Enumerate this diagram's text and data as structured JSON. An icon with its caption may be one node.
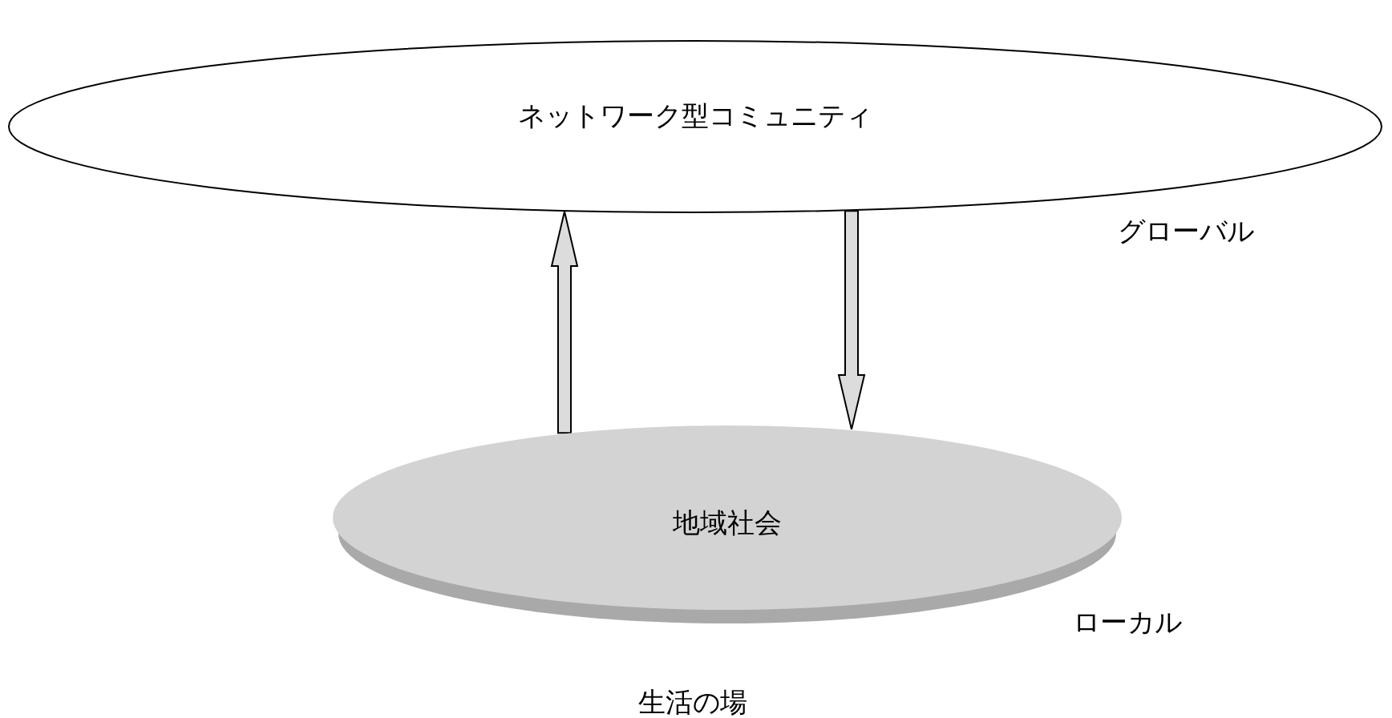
{
  "diagram": {
    "nodes": [
      {
        "text": [
          "ネットワーク型コミュニティ"
        ]
      },
      {
        "text": [
          "地域社会"
        ],
        "beside": [
          "生活の場"
        ]
      }
    ],
    "edges": [
      {
        "from": 1,
        "to": 0,
        "arrow": "to"
      },
      {
        "from": 0,
        "to": 1,
        "arrow": "to"
      }
    ],
    "labels": [
      "グローバル",
      "ローカル"
    ]
  }
}
